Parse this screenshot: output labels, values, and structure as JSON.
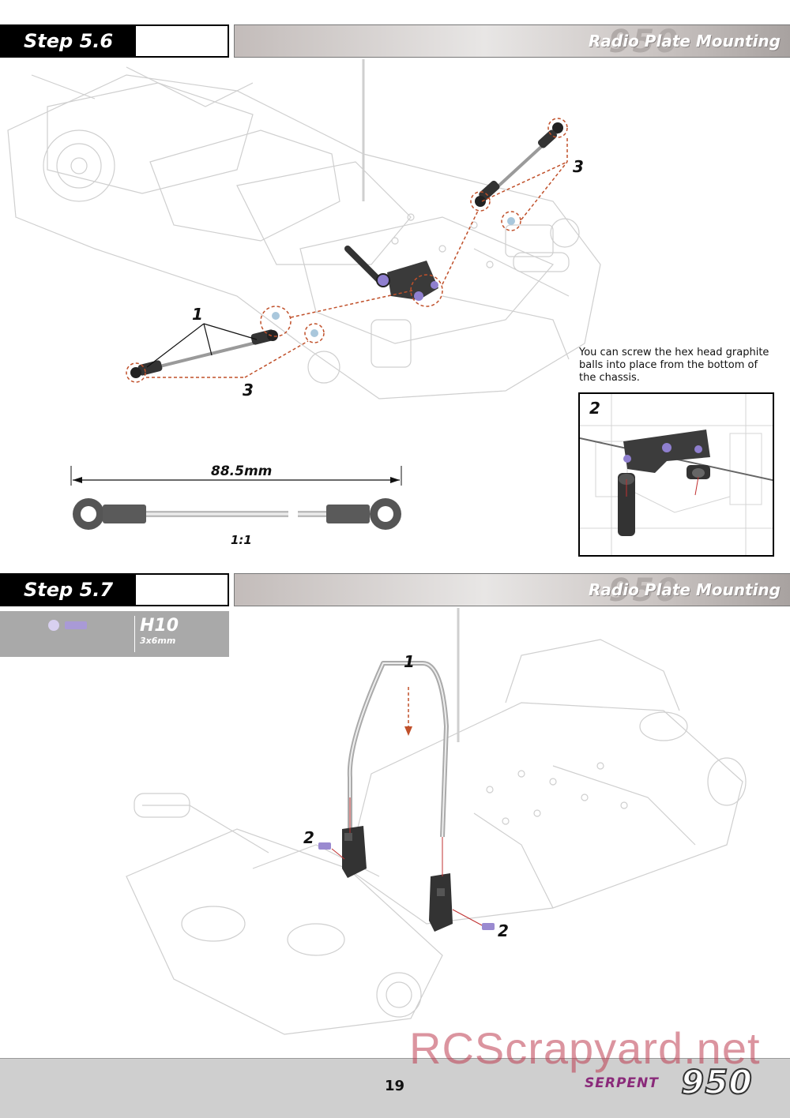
{
  "step_5_6": {
    "step_label": "Step 5.6",
    "bar_logo": "950",
    "bar_title": "Radio Plate Mounting",
    "callouts": [
      "1",
      "3",
      "3"
    ],
    "dimension": "88.5mm",
    "scale": "1:1",
    "note": "You can screw the hex head graphite balls into place from the bottom of the chassis.",
    "inset_callout": "2"
  },
  "step_5_7": {
    "step_label": "Step 5.7",
    "bar_logo": "950",
    "bar_title": "Radio Plate Mounting",
    "part": {
      "code": "H10",
      "size": "3x6mm"
    },
    "callouts": [
      "1",
      "2",
      "2"
    ]
  },
  "footer": {
    "page_number": "19",
    "brand_name": "SERPENT",
    "brand_model": "950"
  },
  "watermark": "RCScrapyard.net",
  "colors": {
    "header_black": "#000000",
    "accent_callout_line": "#c0502a",
    "part_purple": "#9a8ad0",
    "brand_purple": "#8a2a7a"
  }
}
